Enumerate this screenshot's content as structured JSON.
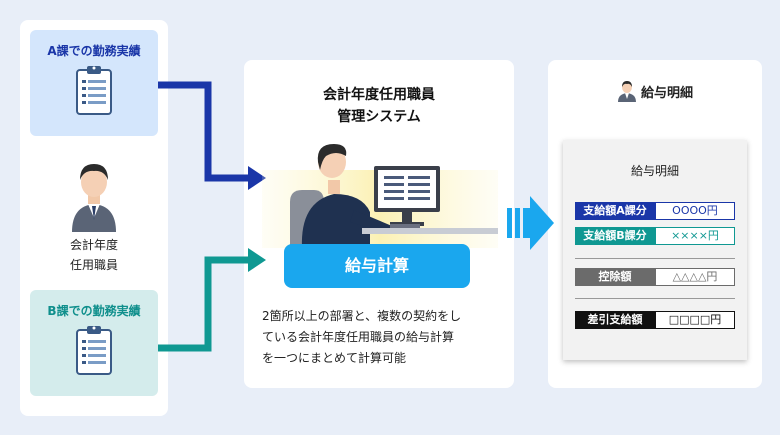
{
  "left": {
    "dept_a_title": "A課での勤務実績",
    "dept_b_title": "B課での勤務実績",
    "staff_line1": "会計年度",
    "staff_line2": "任用職員"
  },
  "system": {
    "title_line1": "会計年度任用職員",
    "title_line2": "管理システム",
    "calc_label": "給与計算",
    "desc_line1": "2箇所以上の部署と、複数の契約をし",
    "desc_line2": "ている会計年度任用職員の給与計算",
    "desc_line3": "を一つにまとめて計算可能"
  },
  "payslip": {
    "header": "給与明細",
    "title": "給与明細",
    "rows": [
      {
        "label": "支給額A課分",
        "value": "OOOO円"
      },
      {
        "label": "支給額B課分",
        "value": "××××円"
      },
      {
        "label": "控除額",
        "value": "△△△△円"
      },
      {
        "label": "差引支給額",
        "value": "□□□□円"
      }
    ]
  },
  "colors": {
    "dept_a": "#1a36a8",
    "dept_b": "#0f9892",
    "accent": "#1aa7ee",
    "deduction": "#6b6b6b",
    "net": "#111111"
  }
}
